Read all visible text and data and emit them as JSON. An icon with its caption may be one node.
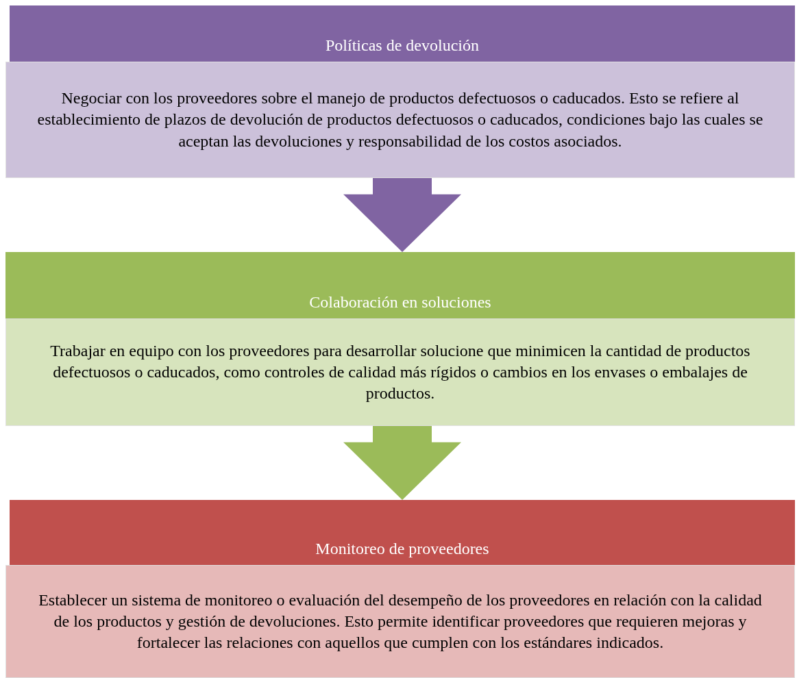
{
  "diagram": {
    "nodes": [
      {
        "text": [
          "Políticas de devolución"
        ]
      },
      {
        "text": [
          "Negociar con los proveedores sobre el manejo de productos defectuosos o caducados. Esto se refiere al establecimiento de plazos de devolución de productos defectuosos o caducados, condiciones bajo las cuales se aceptan las devoluciones y responsabilidad de los costos asociados."
        ]
      },
      {
        "text": [
          "Colaboración en soluciones"
        ]
      },
      {
        "text": [
          "Trabajar en equipo con los proveedores para desarrollar solucione que minimicen la cantidad de productos defectuosos o caducados, como controles de calidad más rígidos o cambios en los envases o embalajes de productos."
        ]
      },
      {
        "text": [
          "Monitoreo de proveedores"
        ]
      },
      {
        "text": [
          "Establecer un sistema de monitoreo o evaluación del desempeño de los proveedores en relación con la calidad de los productos y gestión de devoluciones. Esto permite identificar proveedores que requieren mejoras y fortalecer las relaciones con aquellos que cumplen con los estándares indicados."
        ]
      }
    ],
    "edges": [
      {
        "from": 1,
        "to": 2,
        "arrow": "to",
        "color": "#8064a2"
      },
      {
        "from": 3,
        "to": 4,
        "arrow": "to",
        "color": "#9bbb59"
      }
    ]
  }
}
